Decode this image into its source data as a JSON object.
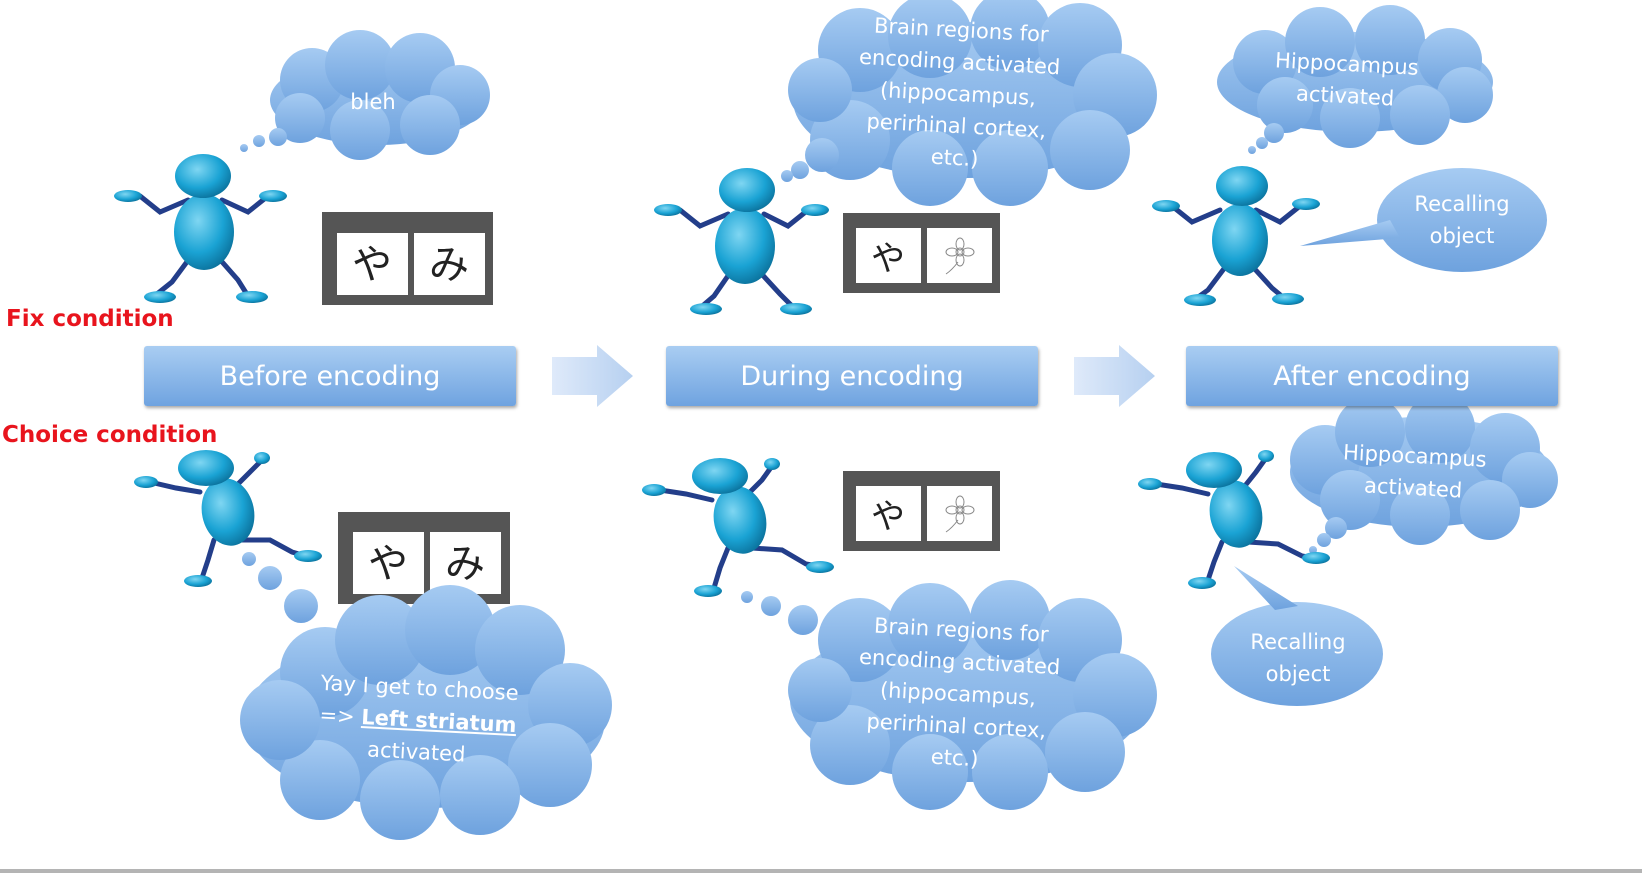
{
  "conditions": {
    "fix": "Fix condition",
    "choice": "Choice condition"
  },
  "stages": {
    "before": "Before encoding",
    "during": "During encoding",
    "after": "After encoding"
  },
  "thoughts": {
    "fix_before": [
      "bleh"
    ],
    "fix_during": [
      "Brain regions for",
      "encoding activated",
      "(hippocampus,",
      "perirhinal cortex,",
      "etc.)"
    ],
    "fix_after": [
      "Hippocampus",
      "activated"
    ],
    "fix_after_speech": [
      "Recalling",
      "object"
    ],
    "choice_before": {
      "line1": "Yay I get to choose",
      "line2_prefix": "=> ",
      "line2_highlight": "Left striatum",
      "line3": "activated"
    },
    "choice_during": [
      "Brain regions for",
      "encoding activated",
      "(hippocampus,",
      "perirhinal cortex,",
      "etc.)"
    ],
    "choice_after": [
      "Hippocampus",
      "activated"
    ],
    "choice_after_speech": [
      "Recalling",
      "object"
    ]
  },
  "cards": {
    "kana_left": "や",
    "kana_right": "み"
  },
  "colors": {
    "figure_body": "#1aa3d4",
    "figure_limbs": "#233e8a",
    "cloud_fill": "#7fb1e8",
    "stage_fill": "#8cb8ea",
    "arrow_fill": "#c8dbf3",
    "label_red": "#e8141d",
    "card_frame": "#555555"
  },
  "icons": {
    "figure": "stick-figure-icon",
    "flower": "flower-icon"
  }
}
